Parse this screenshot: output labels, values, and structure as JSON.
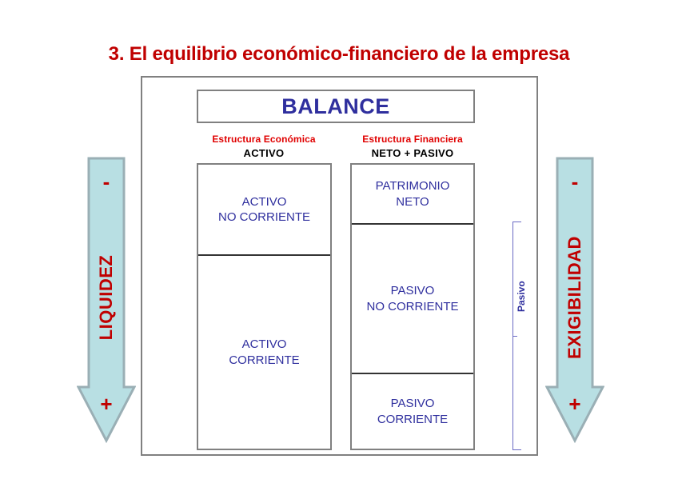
{
  "slide": {
    "title": "3. El equilibrio económico-financiero de la empresa"
  },
  "balance": {
    "header_label": "BALANCE",
    "columns": [
      {
        "structure_label": "Estructura Económica",
        "totals_label": "ACTIVO",
        "cells": [
          {
            "line1": "ACTIVO",
            "line2": "NO CORRIENTE"
          },
          {
            "line1": "ACTIVO",
            "line2": "CORRIENTE"
          }
        ]
      },
      {
        "structure_label": "Estructura Financiera",
        "totals_label": "NETO + PASIVO",
        "cells": [
          {
            "line1": "PATRIMONIO",
            "line2": "NETO"
          },
          {
            "line1": "PASIVO",
            "line2": "NO CORRIENTE"
          },
          {
            "line1": "PASIVO",
            "line2": "CORRIENTE"
          }
        ]
      }
    ],
    "bracket_label": "Pasivo"
  },
  "arrows": {
    "left": {
      "label": "LIQUIDEZ",
      "top_sign": "-",
      "bottom_sign": "+"
    },
    "right": {
      "label": "EXIGIBILIDAD",
      "top_sign": "-",
      "bottom_sign": "+"
    }
  },
  "colors": {
    "title_red": "#c00000",
    "heading_red": "#e00000",
    "label_blue": "#2f2f9e",
    "bracket_blue": "#6a6ac4",
    "border_gray": "#808080",
    "divider_gray": "#333333",
    "arrow_fill": "#b8dfe3",
    "arrow_stroke": "#9aafb5"
  }
}
